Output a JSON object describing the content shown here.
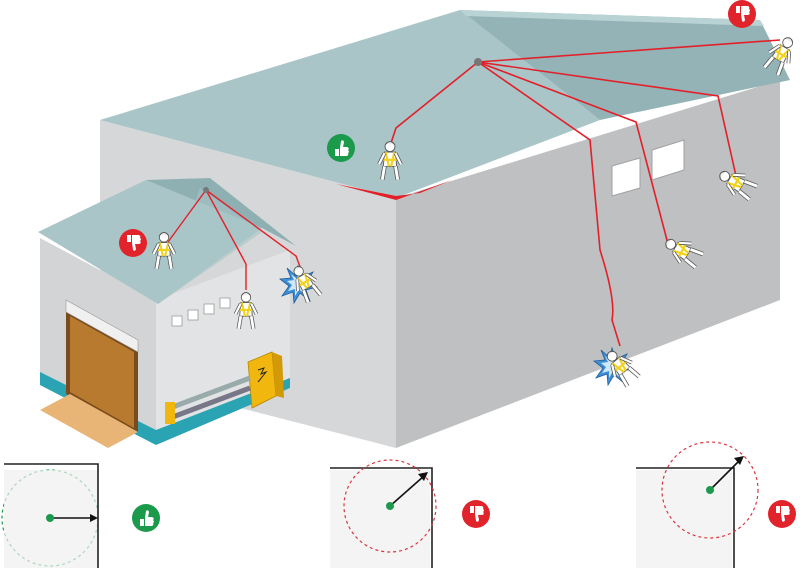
{
  "colors": {
    "background": "#ffffff",
    "roof": "#a7c3c5",
    "roof_dark": "#8fb0b3",
    "wall_front": "#cfd0d1",
    "wall_side": "#b9babb",
    "lifeline": "#e3202a",
    "ok_badge": "#1b9a4b",
    "bad_badge": "#e1232b",
    "ok_circle": "#1b9a4b",
    "bad_circle": "#d9363c",
    "harness": "#f2d21d",
    "base_stripe": "#2aa3b3",
    "doorway": "#b77a2f",
    "ramp": "#e8b577"
  },
  "icons": {
    "ok": "thumbs-up-icon",
    "bad": "thumbs-down-icon",
    "anchor": "anchor-point-icon",
    "impact": "impact-burst-icon",
    "worker": "harnessed-worker-icon"
  },
  "panels": [
    {
      "verdict": "ok",
      "icon": "thumbs-up-icon",
      "circle_color": "#1b9a4b"
    },
    {
      "verdict": "bad",
      "icon": "thumbs-down-icon",
      "circle_color": "#d9363c"
    },
    {
      "verdict": "bad",
      "icon": "thumbs-down-icon",
      "circle_color": "#d9363c"
    }
  ],
  "badges": [
    {
      "verdict": "ok",
      "icon": "thumbs-up-icon"
    },
    {
      "verdict": "bad",
      "icon": "thumbs-down-icon"
    },
    {
      "verdict": "bad",
      "icon": "thumbs-down-icon"
    },
    {
      "verdict": "ok",
      "icon": "thumbs-up-icon"
    },
    {
      "verdict": "bad",
      "icon": "thumbs-down-icon"
    },
    {
      "verdict": "bad",
      "icon": "thumbs-down-icon"
    }
  ]
}
